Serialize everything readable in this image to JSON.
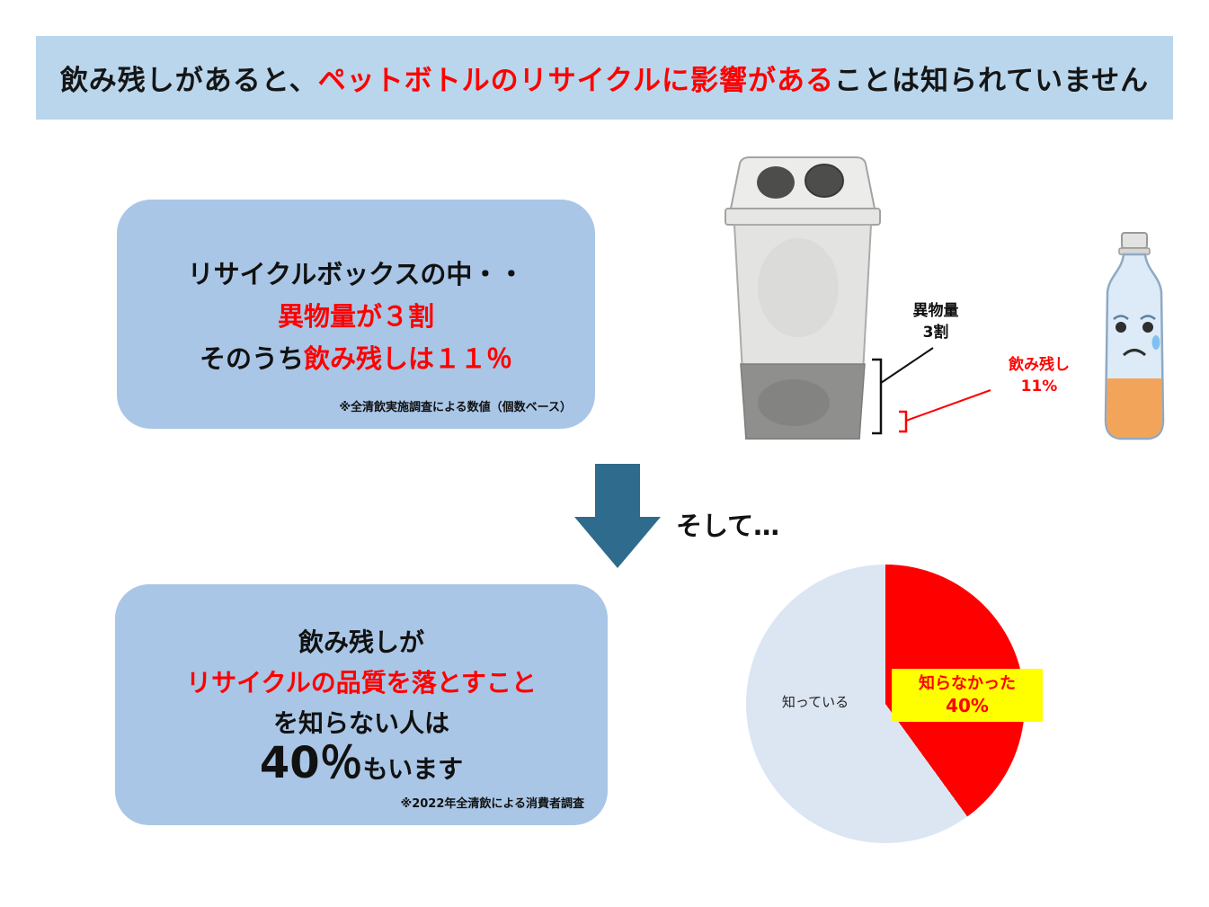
{
  "banner": {
    "prefix": "飲み残しがあると、",
    "highlight": "ペットボトルのリサイクルに影響がある",
    "suffix": "ことは知られていません"
  },
  "top_box": {
    "line1": "リサイクルボックスの中・・",
    "line2": "異物量が３割",
    "line3_prefix": "そのうち",
    "line3_highlight": "飲み残しは１１％",
    "note": "※全清飲実施調査による数値（個数ベース）"
  },
  "bin_labels": {
    "foreign_matter_line1": "異物量",
    "foreign_matter_line2": "3割",
    "leftover_line1": "飲み残し",
    "leftover_line2": "11%"
  },
  "connector": {
    "text": "そして…"
  },
  "bottom_box": {
    "line1": "飲み残しが",
    "line2": "リサイクルの品質を落とすこと",
    "line3": "を知らない人は",
    "stat": "40％",
    "stat_suffix": "もいます",
    "note": "※2022年全清飲による消費者調査"
  },
  "pie_labels": {
    "know": "知っている",
    "unknown": "知らなかった",
    "unknown_value": "40%"
  },
  "chart_data": {
    "type": "pie",
    "categories": [
      "知らなかった",
      "知っている"
    ],
    "values": [
      40,
      60
    ],
    "colors": [
      "#ff0000",
      "#dce6f3"
    ],
    "start_angle_deg": 0,
    "direction": "clockwise",
    "title": "",
    "annotations": [
      "知らなかった 40%"
    ]
  },
  "colors": {
    "banner_bg": "#b9d6ec",
    "box_bg": "#a9c6e6",
    "accent_red": "#ff0000",
    "arrow": "#2e6b8c",
    "pie_light": "#dce6f3",
    "pie_red": "#ff0000",
    "highlight_yellow": "#ffff00"
  }
}
